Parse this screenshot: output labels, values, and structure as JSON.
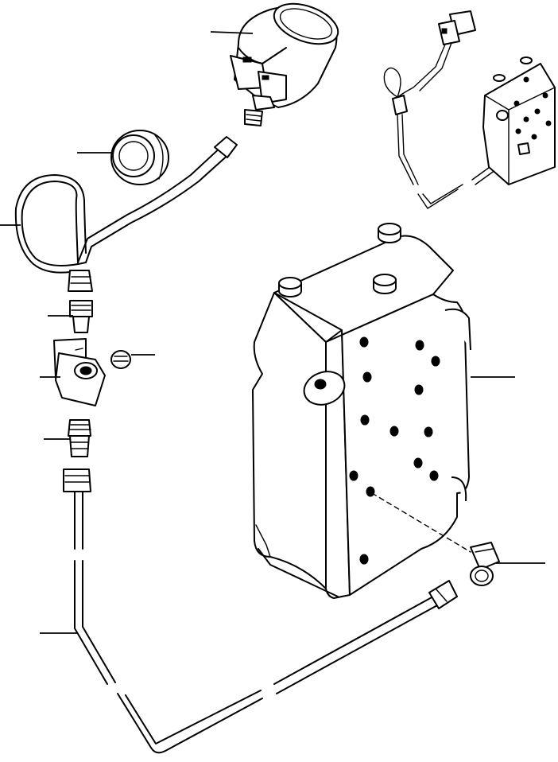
{
  "diagram": {
    "background": "#ffffff",
    "ink": "#000000",
    "callouts": [
      {
        "id": "gauge"
      },
      {
        "id": "grommet"
      },
      {
        "id": "tube-upper"
      },
      {
        "id": "connector-upper"
      },
      {
        "id": "plug"
      },
      {
        "id": "block"
      },
      {
        "id": "connector-lower"
      },
      {
        "id": "tube-lower"
      },
      {
        "id": "control-valve"
      },
      {
        "id": "elbow"
      }
    ]
  }
}
